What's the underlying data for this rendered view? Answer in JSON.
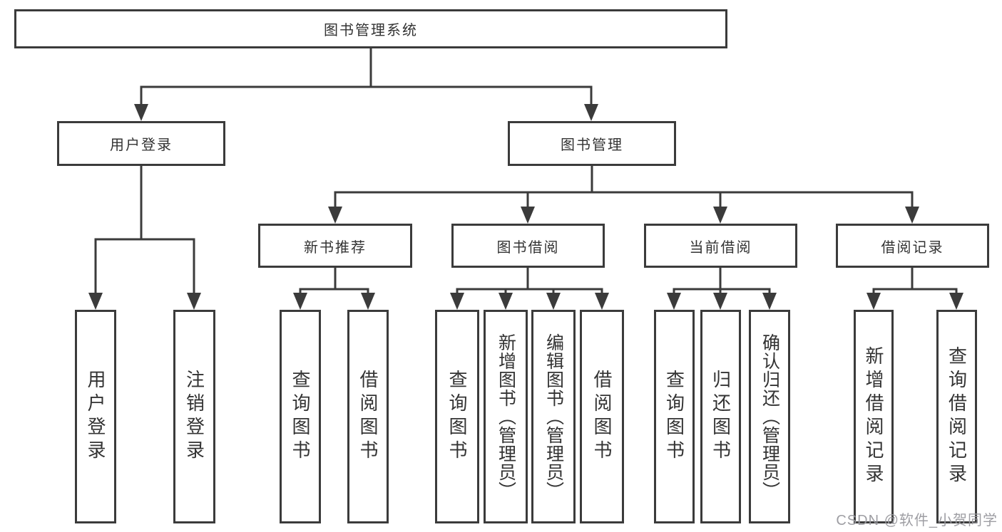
{
  "diagram": {
    "title": "图书管理系统",
    "level2": {
      "user_login": "用户登录",
      "book_management": "图书管理"
    },
    "level3": {
      "new_books": "新书推荐",
      "book_borrowing": "图书借阅",
      "current_borrowing": "当前借阅",
      "borrow_records": "借阅记录"
    },
    "leaves": {
      "user_login": [
        "用户登录",
        "注销登录"
      ],
      "new_books": [
        "查询图书",
        "借阅图书"
      ],
      "book_borrowing": [
        "查询图书",
        "新增图书（管理员）",
        "编辑图书（管理员）",
        "借阅图书"
      ],
      "current_borrowing": [
        "查询图书",
        "归还图书",
        "确认归还（管理员）"
      ],
      "borrow_records": [
        "新增借阅记录",
        "查询借阅记录"
      ]
    }
  },
  "watermark": "CSDN @软件_小贺同学",
  "colors": {
    "line": "#3b3b3b",
    "text": "#333333",
    "background": "#ffffff"
  }
}
